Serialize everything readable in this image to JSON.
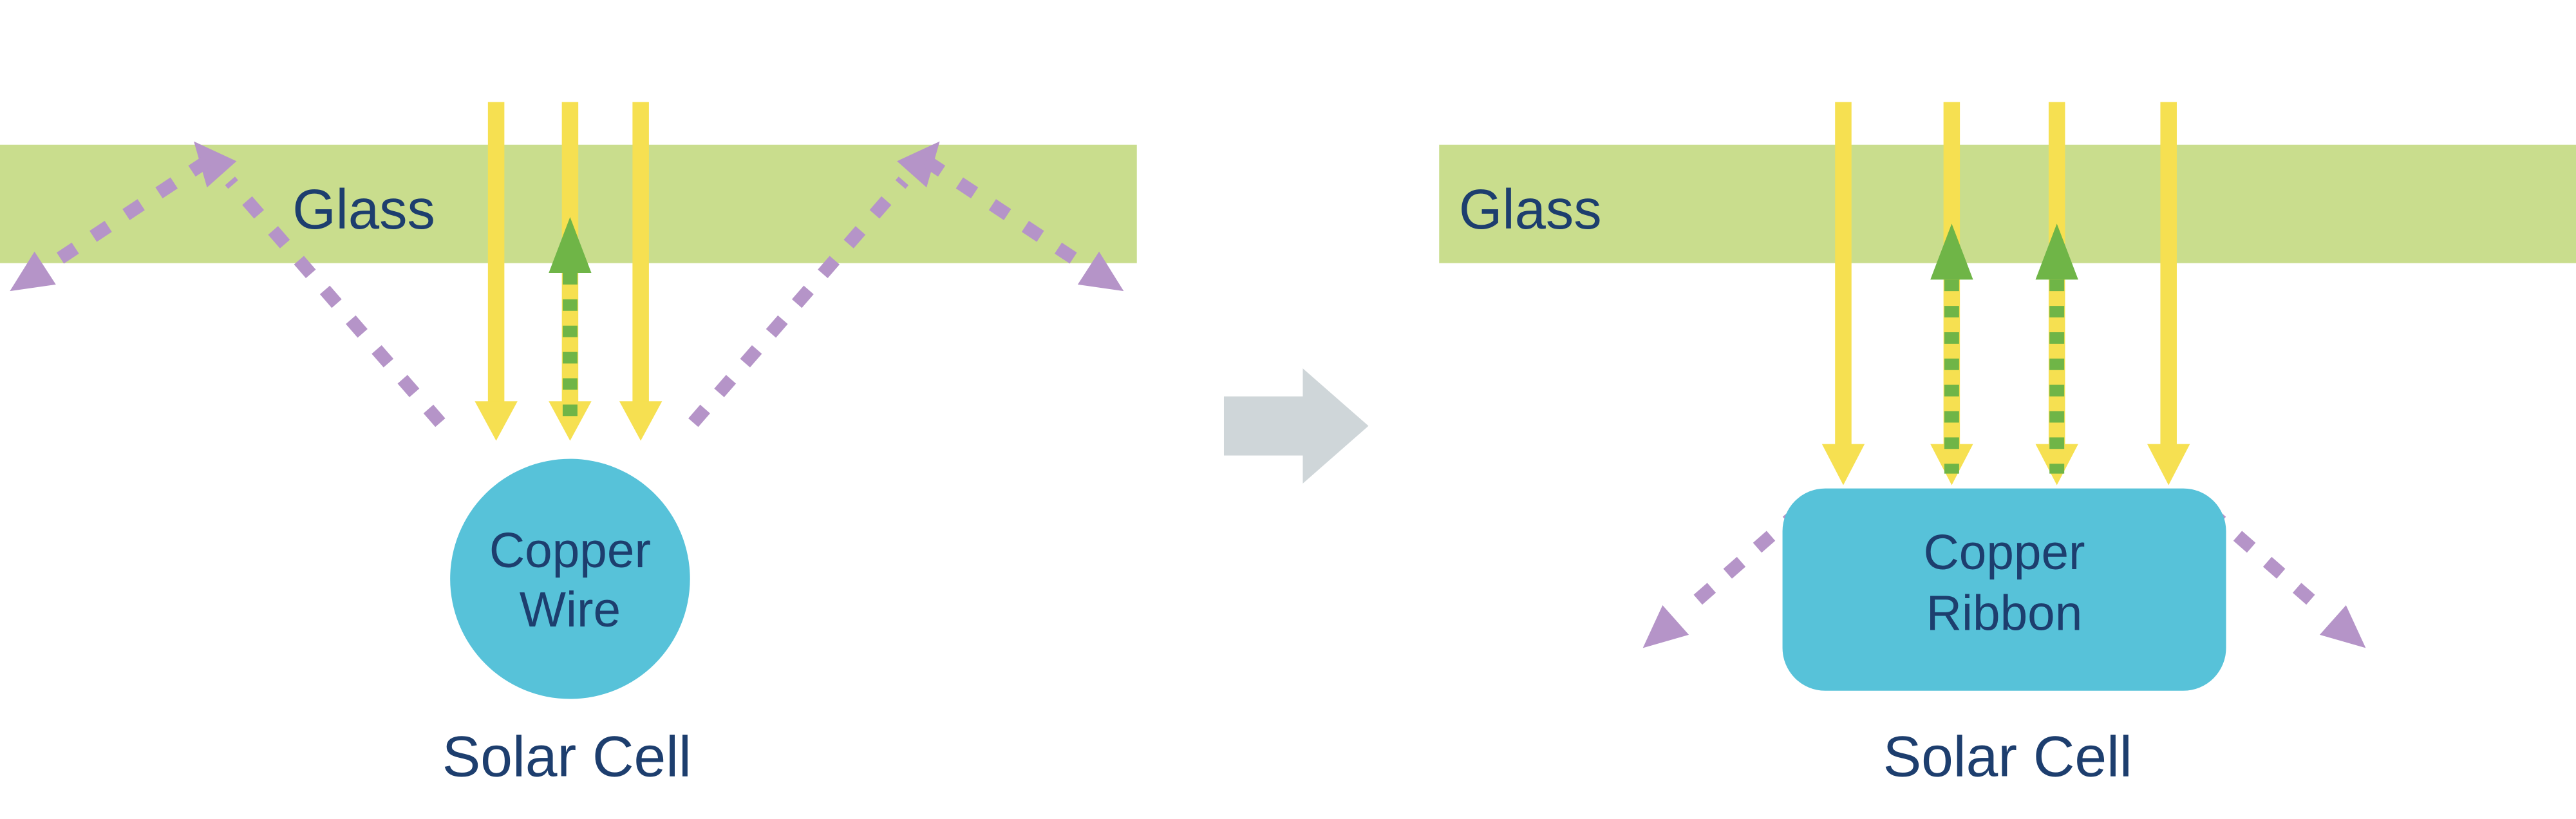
{
  "diagram": {
    "colors": {
      "glass": "#c9dd8d",
      "sunlight": "#f6e051",
      "reflected_green": "#6fb547",
      "reflected_purple": "#b594c8",
      "conductor": "#57c2d9",
      "text": "#1d3e6e",
      "transition_arrow": "#cfd6d9"
    },
    "left": {
      "glass_label": "Glass",
      "conductor_line1": "Copper",
      "conductor_line2": "Wire",
      "cell_label": "Solar Cell"
    },
    "right": {
      "glass_label": "Glass",
      "conductor_line1": "Copper",
      "conductor_line2": "Ribbon",
      "cell_label": "Solar Cell"
    }
  }
}
